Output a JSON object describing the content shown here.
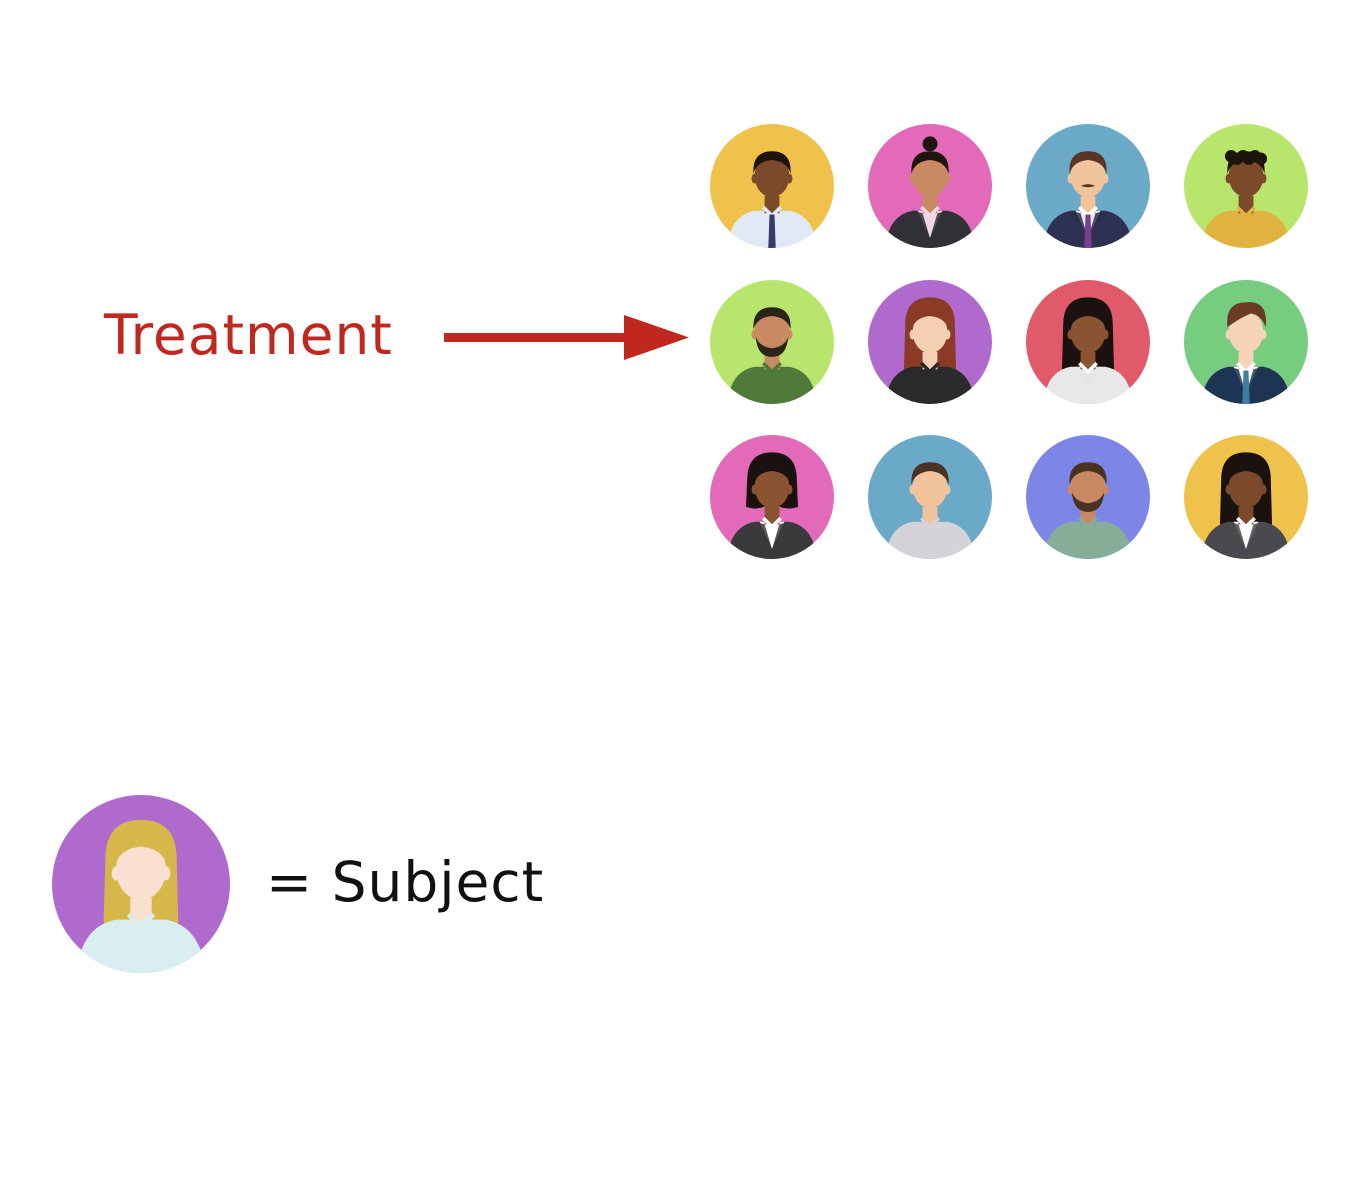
{
  "diagram": {
    "treatment_label": "Treatment",
    "legend_text": "= Subject",
    "accent_color": "#c0281f",
    "text_color": "#111111"
  },
  "avatars": [
    {
      "bg": "#efc24c",
      "skin": "#7a4a2b",
      "hair": "#1f140c",
      "hair_style": "short",
      "shirt": "#dfeaf6",
      "jacket": null,
      "tie": "#3c3a6a",
      "beard": false,
      "mustache": false,
      "collar": "#dfeaf6"
    },
    {
      "bg": "#e26ab8",
      "skin": "#c98a63",
      "hair": "#1e1410",
      "hair_style": "bun",
      "shirt": "#f0d7e6",
      "jacket": "#2f3136",
      "tie": null,
      "beard": false,
      "mustache": false,
      "collar": "#f0d7e6"
    },
    {
      "bg": "#6aa9c8",
      "skin": "#f2c49b",
      "hair": "#5a3424",
      "hair_style": "short",
      "shirt": "#e9eef4",
      "jacket": "#2d3050",
      "tie": "#7a3f8c",
      "beard": false,
      "mustache": true,
      "collar": "#ffffff"
    },
    {
      "bg": "#b8e66c",
      "skin": "#7a4a2b",
      "hair": "#1f140c",
      "hair_style": "curly",
      "shirt": "#e0b340",
      "jacket": null,
      "tie": null,
      "beard": false,
      "mustache": false,
      "collar": "#e0b340"
    },
    {
      "bg": "#b8e66c",
      "skin": "#c98a63",
      "hair": "#2b2418",
      "hair_style": "short",
      "shirt": "#4f7a3a",
      "jacket": null,
      "tie": null,
      "beard": true,
      "mustache": false,
      "collar": "#4f7a3a"
    },
    {
      "bg": "#b06acd",
      "skin": "#f5cfb2",
      "hair": "#8a3a25",
      "hair_style": "long",
      "shirt": "#2a2a2a",
      "jacket": null,
      "tie": null,
      "beard": false,
      "mustache": false,
      "collar": "#2a2a2a"
    },
    {
      "bg": "#e05a6a",
      "skin": "#8a5331",
      "hair": "#1b1210",
      "hair_style": "long",
      "shirt": "#e5e5e5",
      "jacket": "#e8e8e8",
      "tie": null,
      "beard": false,
      "mustache": false,
      "collar": "#ffffff"
    },
    {
      "bg": "#76cc7f",
      "skin": "#f5d4b8",
      "hair": "#6a3b22",
      "hair_style": "quiff",
      "shirt": "#ffffff",
      "jacket": "#1d3552",
      "tie": "#3e7fa0",
      "beard": false,
      "mustache": false,
      "collar": "#ffffff"
    },
    {
      "bg": "#e26ab8",
      "skin": "#8a5331",
      "hair": "#1b1210",
      "hair_style": "bob",
      "shirt": "#ffffff",
      "jacket": "#3a3a3c",
      "tie": null,
      "beard": false,
      "mustache": false,
      "collar": "#ffffff"
    },
    {
      "bg": "#6aa9c8",
      "skin": "#f2c49b",
      "hair": "#4a3224",
      "hair_style": "short",
      "shirt": "#d4d4d8",
      "jacket": null,
      "tie": null,
      "beard": false,
      "mustache": false,
      "collar": "#d4d4d8"
    },
    {
      "bg": "#7b86e6",
      "skin": "#c98a63",
      "hair": "#4a3224",
      "hair_style": "short",
      "shirt": "#86ad98",
      "jacket": null,
      "tie": null,
      "beard": true,
      "mustache": false,
      "collar": "#86ad98"
    },
    {
      "bg": "#efc24c",
      "skin": "#7a4a2b",
      "hair": "#1b1210",
      "hair_style": "long",
      "shirt": "#ffffff",
      "jacket": "#4a4a4e",
      "tie": null,
      "beard": false,
      "mustache": false,
      "collar": "#ffffff"
    }
  ],
  "legend_avatar": {
    "bg": "#b06acd",
    "skin": "#f9e0d0",
    "hair": "#d6b84a",
    "hair_style": "long",
    "shirt": "#d9eef0",
    "jacket": null,
    "tie": null,
    "beard": false,
    "mustache": false,
    "collar": "#d9eef0"
  }
}
